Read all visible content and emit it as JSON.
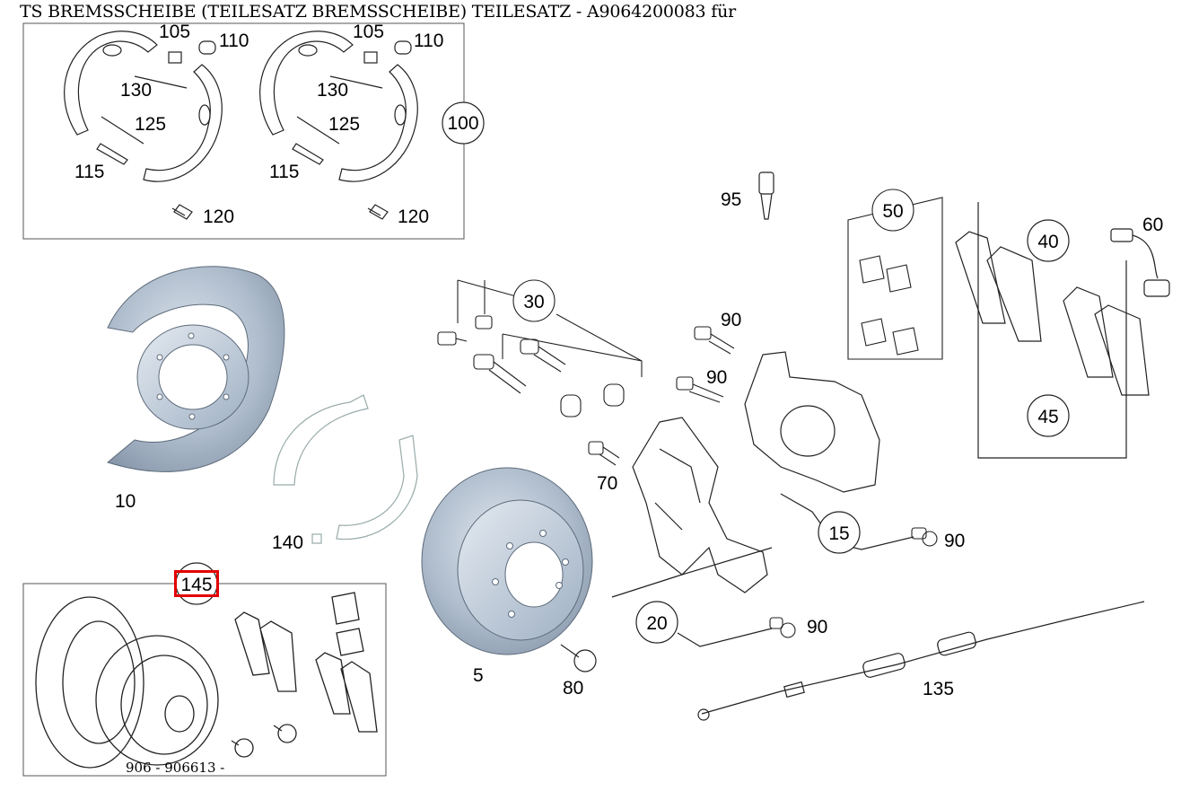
{
  "title": "TS BREMSSCHEIBE (TEILESATZ BREMSSCHEIBE) TEILESATZ - A9064200083 für",
  "footer": "906 - 906613 -",
  "highlight_color": "#e30000",
  "part_color": "#b4c2d2",
  "labels": {
    "p105a": "105",
    "p110a": "110",
    "p130a": "130",
    "p125a": "125",
    "p115a": "115",
    "p120a": "120",
    "p105b": "105",
    "p110b": "110",
    "p130b": "130",
    "p125b": "125",
    "p115b": "115",
    "p120b": "120",
    "p10": "10",
    "p140": "140",
    "p5": "5",
    "p80": "80",
    "p70": "70",
    "p90a": "90",
    "p90b": "90",
    "p90c": "90",
    "p90d": "90",
    "p95": "95",
    "p60": "60",
    "p135": "135"
  },
  "callouts": {
    "c100": "100",
    "c30": "30",
    "c50": "50",
    "c40": "40",
    "c45": "45",
    "c15": "15",
    "c20": "20",
    "c145": "145"
  }
}
